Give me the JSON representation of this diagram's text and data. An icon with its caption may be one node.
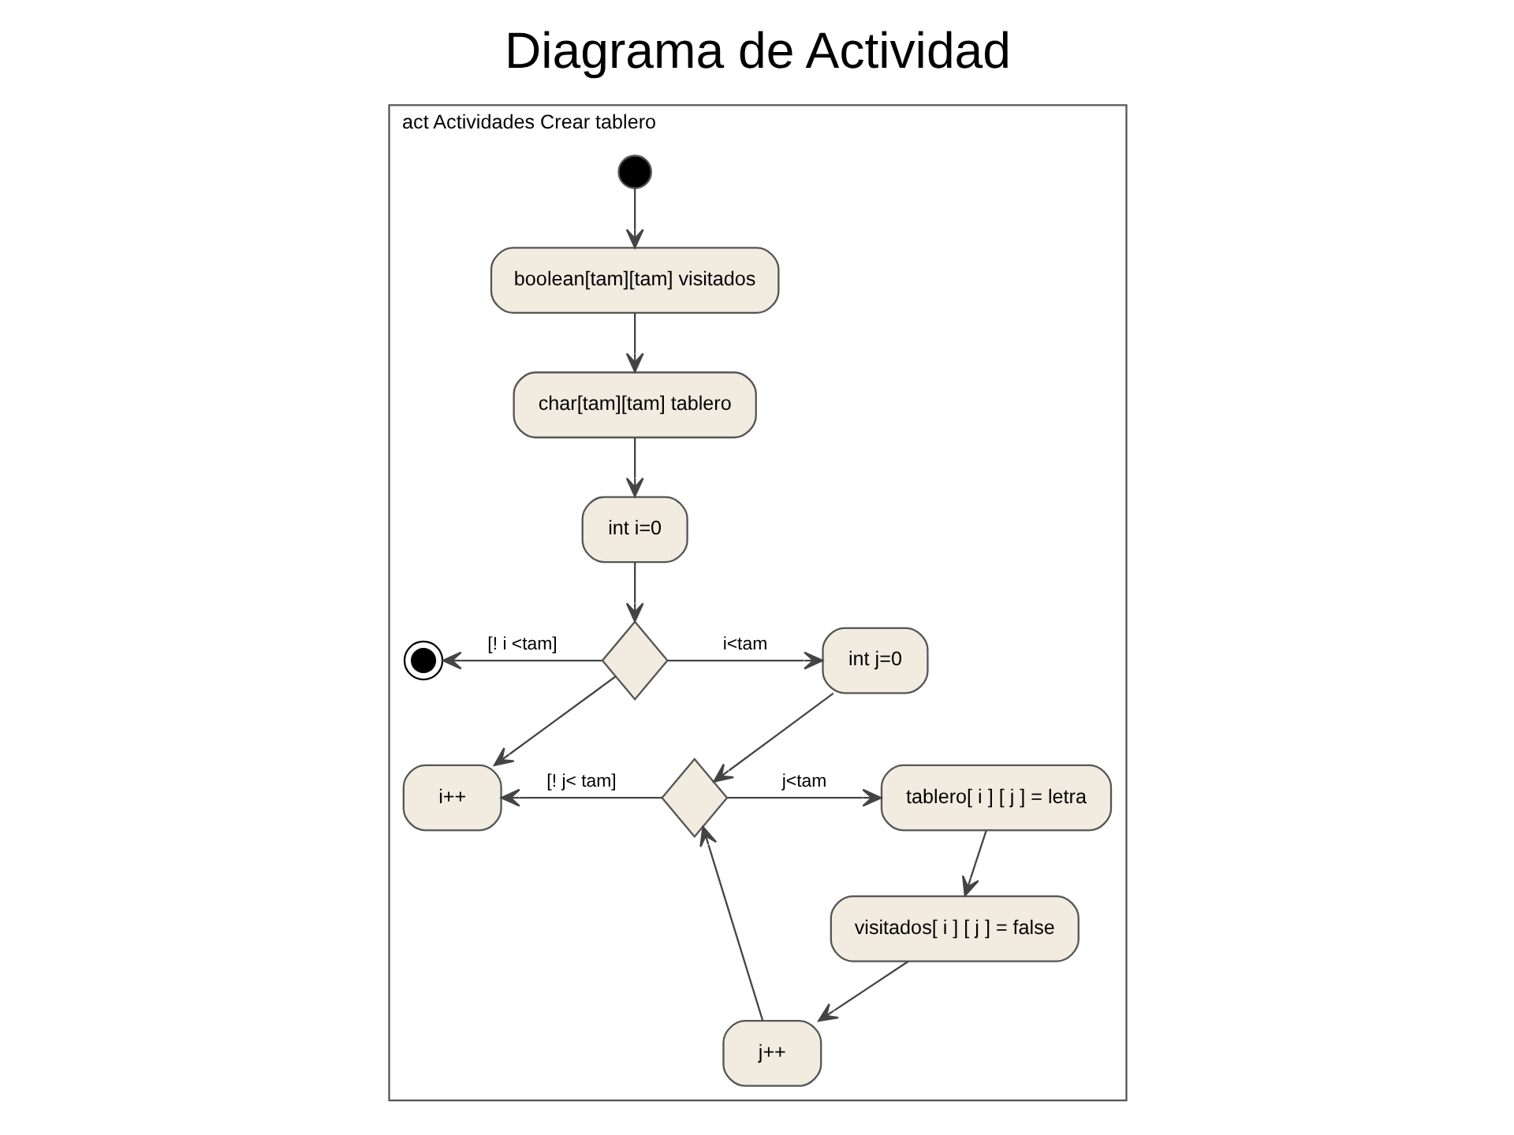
{
  "diagram": {
    "title": "Diagrama de Actividad",
    "nodes": [
      {
        "text": [
          "act Actividades Crear tablero"
        ]
      },
      {
        "text": [],
        "shape": "circle",
        "in": 0
      },
      {
        "text": [
          "boolean[tam][tam] visitados"
        ],
        "in": 0
      },
      {
        "text": [
          "char[tam][tam] tablero"
        ],
        "in": 0
      },
      {
        "text": [
          "int i=0"
        ],
        "in": 0
      },
      {
        "text": [],
        "shape": "diamond",
        "in": 0
      },
      {
        "text": [],
        "shape": "circle",
        "in": 0
      },
      {
        "text": [
          "int j=0"
        ],
        "in": 0
      },
      {
        "text": [],
        "shape": "diamond",
        "in": 0
      },
      {
        "text": [
          "tablero[ i ] [ j ] = letra"
        ],
        "in": 0
      },
      {
        "text": [
          "visitados[ i ] [ j ] = false"
        ],
        "in": 0
      },
      {
        "text": [
          "i++"
        ],
        "in": 0
      },
      {
        "text": [
          "j++"
        ],
        "in": 0
      }
    ],
    "edges": [
      {
        "from": 1,
        "to": 2,
        "arrow": "to"
      },
      {
        "from": 2,
        "to": 3,
        "arrow": "to"
      },
      {
        "from": 3,
        "to": 4,
        "arrow": "to"
      },
      {
        "from": 4,
        "to": 5,
        "arrow": "to"
      },
      {
        "from": 5,
        "to": 6,
        "label": "[! i <tam]",
        "arrow": "to"
      },
      {
        "from": 5,
        "to": 7,
        "label": "i<tam",
        "arrow": "to"
      },
      {
        "from": 5,
        "to": 11,
        "arrow": "to"
      },
      {
        "from": 7,
        "to": 8,
        "arrow": "to"
      },
      {
        "from": 8,
        "to": 11,
        "label": "[! j< tam]",
        "arrow": "to"
      },
      {
        "from": 8,
        "to": 9,
        "label": "j<tam",
        "arrow": "to"
      },
      {
        "from": 9,
        "to": 10,
        "arrow": "to"
      },
      {
        "from": 10,
        "to": 12,
        "arrow": "to"
      },
      {
        "from": 12,
        "to": 8,
        "arrow": "to"
      }
    ]
  }
}
